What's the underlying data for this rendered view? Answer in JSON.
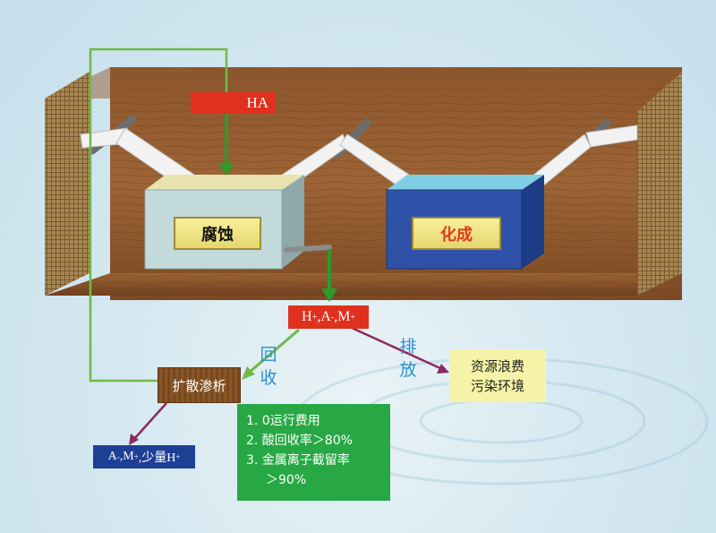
{
  "process": {
    "input_label": "HA",
    "tank_etch": "腐蚀",
    "tank_conversion": "化成",
    "effluent": {
      "ion1": "H",
      "sup1": "+",
      "ion2": ",A",
      "sup2": "-",
      "ion3": ",M",
      "sup3": "+"
    },
    "recover_label": [
      "回",
      "收"
    ],
    "discharge_label": [
      "排",
      "放"
    ],
    "dialysis": "扩散渗析",
    "pollution": [
      "资源浪费",
      "污染环境"
    ],
    "output": {
      "p1": "A",
      "s1": "-",
      "p2": ",M",
      "s2": "+",
      "p3": ",少量H",
      "s3": "+"
    },
    "benefits": [
      "1. 0运行费用",
      "2. 酸回收率＞80%",
      "3. 金属离子截留率",
      "＞90%"
    ]
  },
  "colors": {
    "wood": "#8a5530",
    "tank_etch": "#c3dadb",
    "tank_conversion": "#2f52a8",
    "green_line": "#70b84a",
    "red_tag": "#e0301e",
    "recover_text": "#2b8fd6",
    "purple_arrow": "#8a2a62",
    "benefit_box": "#27a844"
  }
}
